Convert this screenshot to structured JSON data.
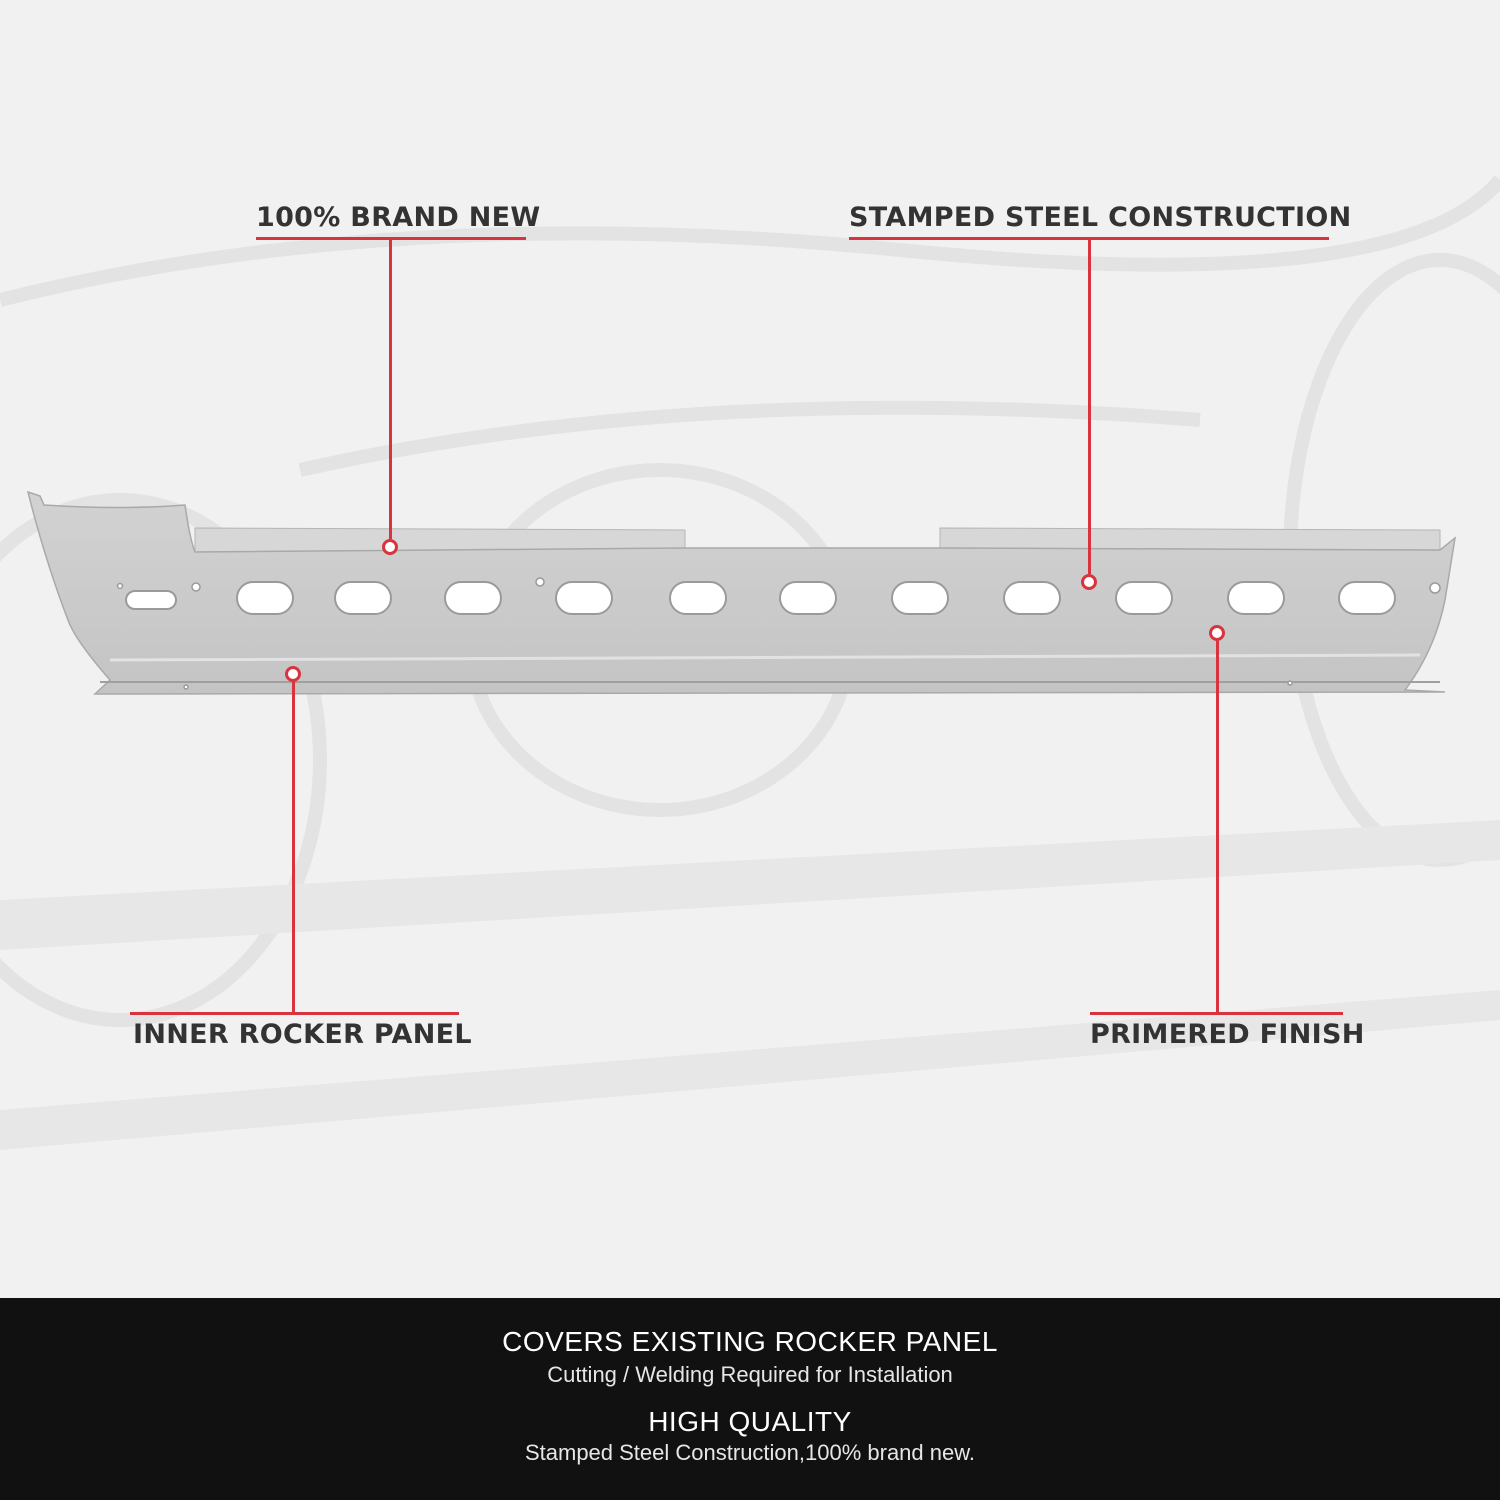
{
  "callouts": {
    "brand_new": "100% BRAND NEW",
    "stamped_steel": "STAMPED STEEL CONSTRUCTION",
    "inner_rocker": "INNER ROCKER PANEL",
    "primered": "PRIMERED FINISH"
  },
  "footer": {
    "headline_1": "COVERS EXISTING ROCKER PANEL",
    "sub_1": "Cutting / Welding Required for Installation",
    "headline_2": "HIGH QUALITY",
    "sub_2": "Stamped Steel  Construction,100% brand new."
  },
  "colors": {
    "accent": "#d9333d",
    "panel": "#c9c9c9",
    "footer_bg": "#111111"
  }
}
